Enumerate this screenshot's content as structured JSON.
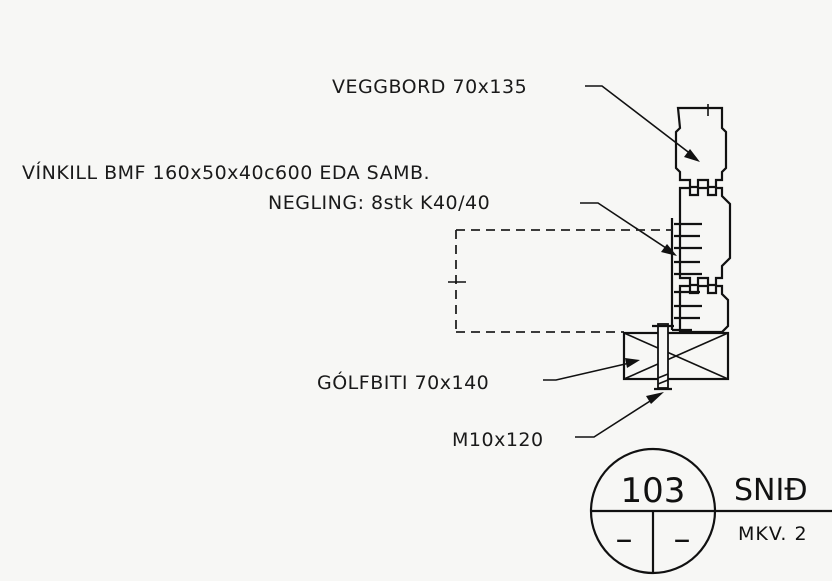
{
  "labels": {
    "veggbord": "VEGGBORD 70x135",
    "vinkill": "VÍNKILL BMF 160x50x40c600 EDA SAMB.",
    "negling": "NEGLING: 8stk K40/40",
    "golfbiti": "GÓLFBITI 70x140",
    "bolt": "M10x120"
  },
  "section_marker": {
    "number": "103",
    "title": "SNIÐ",
    "scale": "MKV. 2",
    "left_cell": "–",
    "right_cell": "–"
  }
}
